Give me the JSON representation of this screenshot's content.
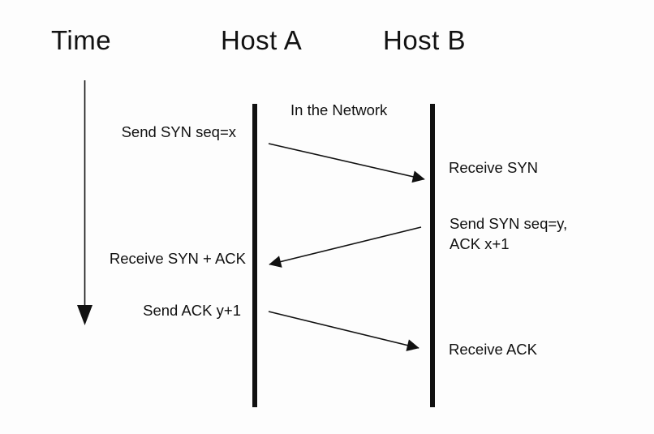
{
  "header": {
    "time_label": "Time",
    "host_a": "Host A",
    "host_b": "Host B"
  },
  "network_label": "In the Network",
  "events": {
    "send_syn": "Send SYN seq=x",
    "receive_syn": "Receive SYN",
    "send_syn_ack_line1": "Send SYN seq=y,",
    "send_syn_ack_line2": "ACK x+1",
    "receive_syn_ack": "Receive SYN + ACK",
    "send_ack": "Send ACK y+1",
    "receive_ack": "Receive ACK"
  },
  "messages": [
    {
      "from": "Host A",
      "to": "Host B",
      "name": "SYN"
    },
    {
      "from": "Host B",
      "to": "Host A",
      "name": "SYN+ACK"
    },
    {
      "from": "Host A",
      "to": "Host B",
      "name": "ACK"
    }
  ],
  "colors": {
    "ink": "#111111",
    "background": "#fdfdfd"
  }
}
